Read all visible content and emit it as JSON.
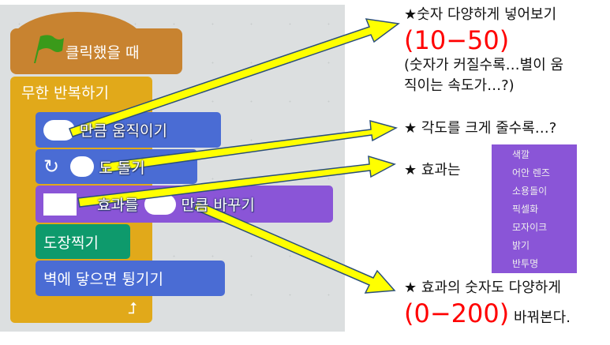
{
  "script": {
    "hat_label": "클릭했을 때",
    "forever_label": "무한 반복하기",
    "move_label": "만큼 움직이기",
    "turn_label": "도 돌기",
    "effect_label": "효과를",
    "effect_by_label": "만큼 바꾸기",
    "stamp_label": "도장찍기",
    "bounce_label": "벽에 닿으면 튕기기"
  },
  "notes": {
    "note1_title": "★숫자 다양하게 넣어보기",
    "note1_range": "(10−50)",
    "note1_line1": "(숫자가 커질수록…별이 움",
    "note1_line2": "직이는 속도가…?)",
    "note2": "★ 각도를 크게 줄수록…?",
    "note3": "★ 효과는",
    "note4_title": "★ 효과의 숫자도 다양하게",
    "note4_range": "(0−200)",
    "note4_suffix": "바꿔본다."
  },
  "effects_menu": [
    "색깔",
    "어안 렌즈",
    "소용돌이",
    "픽셀화",
    "모자이크",
    "밝기",
    "반투명"
  ],
  "colors": {
    "events": "#c88330",
    "control": "#e1a91a",
    "motion": "#4a6cd4",
    "looks": "#8a55d7",
    "pen": "#0e9a6c",
    "arrow": "#ffff00",
    "highlight": "#ff0000"
  }
}
